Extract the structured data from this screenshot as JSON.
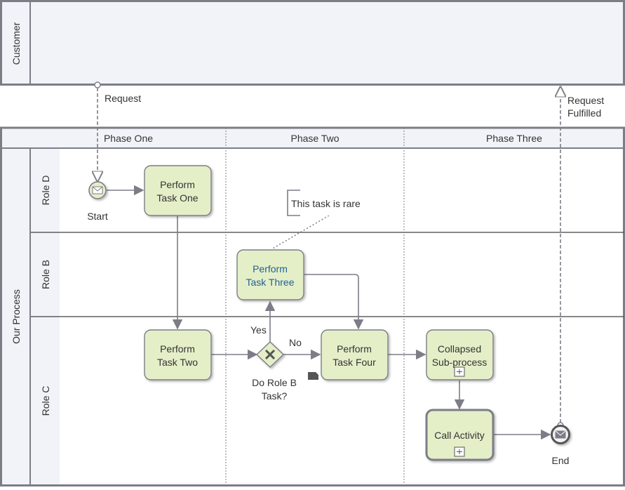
{
  "pools": {
    "customer": {
      "label": "Customer"
    },
    "process": {
      "label": "Our Process"
    }
  },
  "phases": [
    "Phase One",
    "Phase Two",
    "Phase Three"
  ],
  "lanes": {
    "role_d": "Role D",
    "role_b": "Role B",
    "role_c": "Role C"
  },
  "tasks": {
    "task_one": [
      "Perform",
      "Task One"
    ],
    "task_two": [
      "Perform",
      "Task Two"
    ],
    "task_three": [
      "Perform",
      "Task Three"
    ],
    "task_four": [
      "Perform",
      "Task Four"
    ],
    "subprocess": [
      "Collapsed",
      "Sub-process"
    ],
    "call_activity": "Call Activity"
  },
  "events": {
    "start": "Start",
    "end": "End"
  },
  "gateway": {
    "label": [
      "Do Role B",
      "Task?"
    ],
    "yes": "Yes",
    "no": "No"
  },
  "messages": {
    "request": "Request",
    "fulfilled": [
      "Request",
      "Fulfilled"
    ]
  },
  "annotation": "This task is rare",
  "colors": {
    "task_fill": "#e4efc8",
    "border": "#7d7d87",
    "lane_header": "#f2f3f8",
    "link_text": "#1f5f99"
  }
}
